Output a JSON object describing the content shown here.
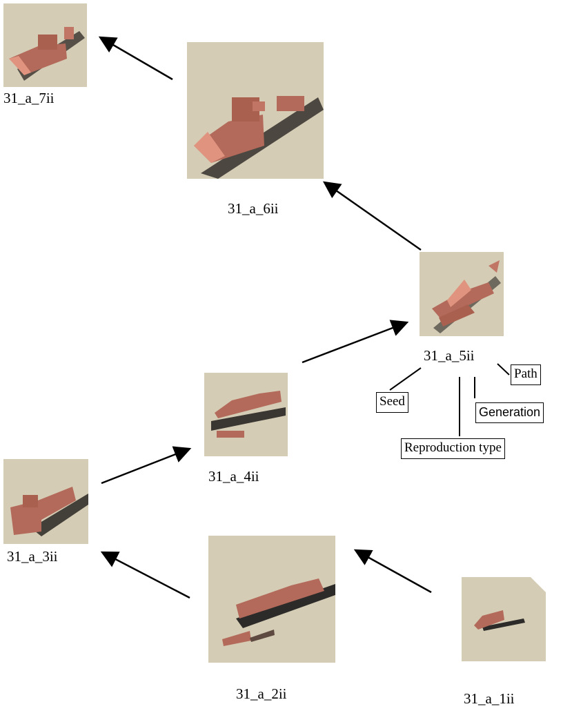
{
  "nodes": [
    {
      "id": "7ii",
      "caption": "31_a_7ii"
    },
    {
      "id": "6ii",
      "caption": "31_a_6ii"
    },
    {
      "id": "5ii",
      "caption": "31_a_5ii"
    },
    {
      "id": "4ii",
      "caption": "31_a_4ii"
    },
    {
      "id": "3ii",
      "caption": "31_a_3ii"
    },
    {
      "id": "2ii",
      "caption": "31_a_2ii"
    },
    {
      "id": "1ii",
      "caption": "31_a_1ii"
    }
  ],
  "labels": {
    "seed": "Seed",
    "path": "Path",
    "generation": "Generation",
    "reproduction_type": "Reproduction type"
  },
  "colors": {
    "thumb_background": "#d5ccb5",
    "creature": "#b36a5a",
    "shadow": "#1a1a1a"
  }
}
